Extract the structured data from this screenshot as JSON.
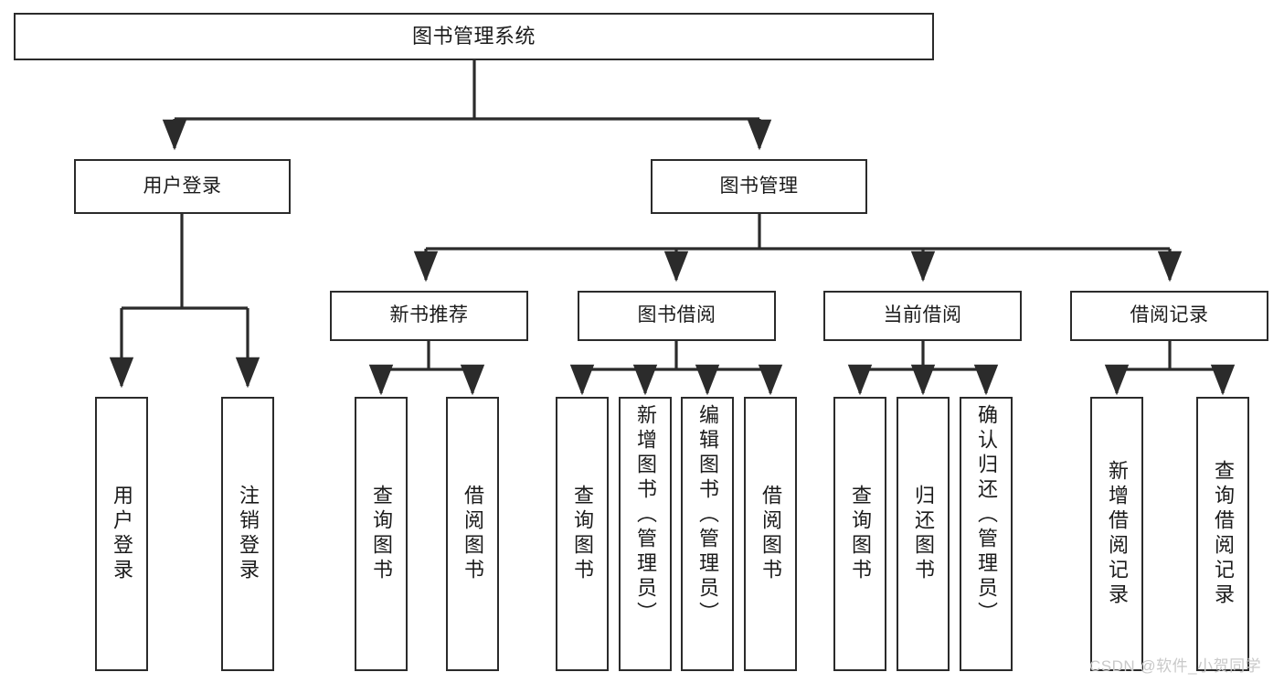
{
  "diagram": {
    "title": "图书管理系统",
    "watermark": "CSDN @软件_小贺同学",
    "line_color": "#2b2b2b",
    "box_fill": "#ffffff",
    "text_color": "#1b1b1b",
    "background": "#ffffff"
  },
  "nodes": {
    "root": {
      "label": "图书管理系统"
    },
    "level1": [
      {
        "label": "用户登录"
      },
      {
        "label": "图书管理"
      }
    ],
    "level2": [
      {
        "label": "新书推荐"
      },
      {
        "label": "图书借阅"
      },
      {
        "label": "当前借阅"
      },
      {
        "label": "借阅记录"
      }
    ],
    "leaves": {
      "user_login": [
        {
          "label": "用户登录"
        },
        {
          "label": "注销登录"
        }
      ],
      "new_book": [
        {
          "label": "查询图书"
        },
        {
          "label": "借阅图书"
        }
      ],
      "borrow": [
        {
          "label": "查询图书"
        },
        {
          "label": "新增图书（管理员）"
        },
        {
          "label": "编辑图书（管理员）"
        },
        {
          "label": "借阅图书"
        }
      ],
      "current": [
        {
          "label": "查询图书"
        },
        {
          "label": "归还图书"
        },
        {
          "label": "确认归还（管理员）"
        }
      ],
      "records": [
        {
          "label": "新增借阅记录"
        },
        {
          "label": "查询借阅记录"
        }
      ]
    }
  }
}
